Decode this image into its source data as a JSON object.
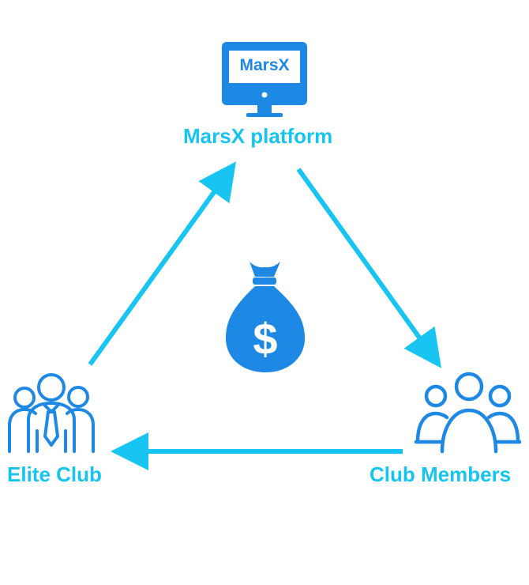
{
  "colors": {
    "icon_blue": "#1E88E5",
    "arrow_cyan": "#18C5F2",
    "label_cyan": "#16C4F0"
  },
  "nodes": {
    "platform": {
      "label": "MarsX platform",
      "screen_text": "MarsX",
      "icon": "monitor-icon"
    },
    "elite_club": {
      "label": "Elite Club",
      "icon": "business-group-icon"
    },
    "club_members": {
      "label": "Club Members",
      "icon": "people-group-icon"
    }
  },
  "center": {
    "icon": "money-bag-icon",
    "symbol": "$"
  },
  "edges": [
    {
      "from": "elite_club",
      "to": "platform"
    },
    {
      "from": "platform",
      "to": "club_members"
    },
    {
      "from": "club_members",
      "to": "elite_club"
    }
  ]
}
